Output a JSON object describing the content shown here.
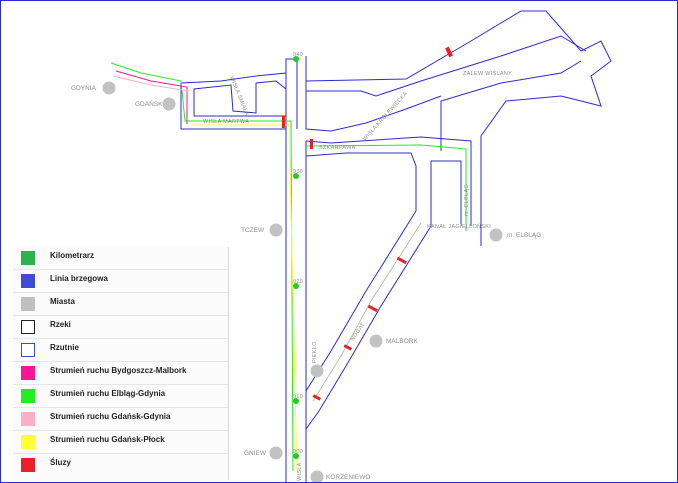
{
  "map": {
    "cities": [
      {
        "id": "gdynia",
        "label": "GDYNIA"
      },
      {
        "id": "gdansk",
        "label": "GDAŃSK"
      },
      {
        "id": "tczew",
        "label": "TCZEW"
      },
      {
        "id": "elblag",
        "label": "m. ELBLĄG"
      },
      {
        "id": "malbork",
        "label": "MALBORK"
      },
      {
        "id": "piekło",
        "label": "PIEKŁO"
      },
      {
        "id": "gniew",
        "label": "GNIEW"
      },
      {
        "id": "korzeniewo",
        "label": "KORZENIEWO"
      }
    ],
    "waters": {
      "zalew": "ZALEW WIŚLANY",
      "wisla_martwa": "WISŁA MARTWA",
      "wisla_smiala": "WISŁA ŚMIAŁA",
      "szkarpawa": "SZKARPAWA",
      "wisla_krolewiecka": "WISŁA KRÓLEWIECKA",
      "rz_elblag": "rz. ELBLĄG",
      "kanal_jagiellonski": "KANAŁ JAGIELLOŃSKI",
      "nogat": "NOGAT",
      "wisla": "WISŁA"
    },
    "km_markers": [
      "940",
      "930",
      "920",
      "910",
      "900"
    ]
  },
  "legend": {
    "items": [
      {
        "label": "Kilometrarz",
        "color": "#2bb24c"
      },
      {
        "label": "Linia brzegowa",
        "color": "#3f4bd6"
      },
      {
        "label": "Miasta",
        "color": "#c0c0c0"
      },
      {
        "label": "Rzeki",
        "color": "#ffffff"
      },
      {
        "label": "Rzutnie",
        "color": "#ffffff"
      },
      {
        "label": "Strumień ruchu Bydgoszcz-Malbork",
        "color": "#ff1493"
      },
      {
        "label": "Strumień ruchu Elbląg-Gdynia",
        "color": "#22ee22"
      },
      {
        "label": "Strumień ruchu Gdańsk-Gdynia",
        "color": "#ffb0c8"
      },
      {
        "label": "Strumień ruchu Gdańsk-Płock",
        "color": "#ffff33"
      },
      {
        "label": "Śluzy",
        "color": "#e8202a"
      }
    ]
  },
  "colors": {
    "shore": "#2b2bd6",
    "city": "#c2c2c2",
    "lock": "#e8202a",
    "km": "#22cc22"
  }
}
